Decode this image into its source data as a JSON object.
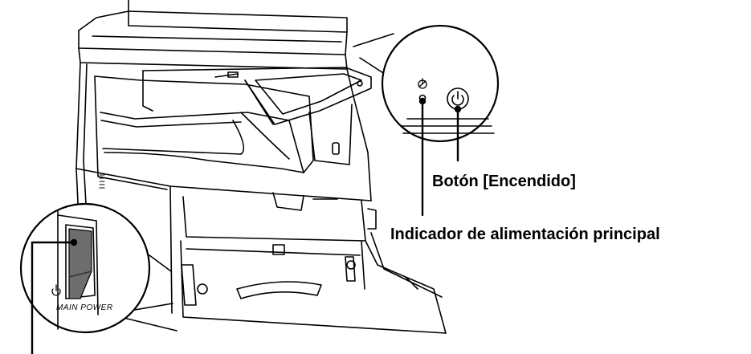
{
  "labels": {
    "power_button": "Botón [Encendido]",
    "main_power_indicator": "Indicador de alimentación principal"
  },
  "switch_text": {
    "main_power": "MAIN POWER"
  },
  "colors": {
    "line": "#000000",
    "background": "#ffffff",
    "switch_rocker": "#6e6e6e"
  }
}
